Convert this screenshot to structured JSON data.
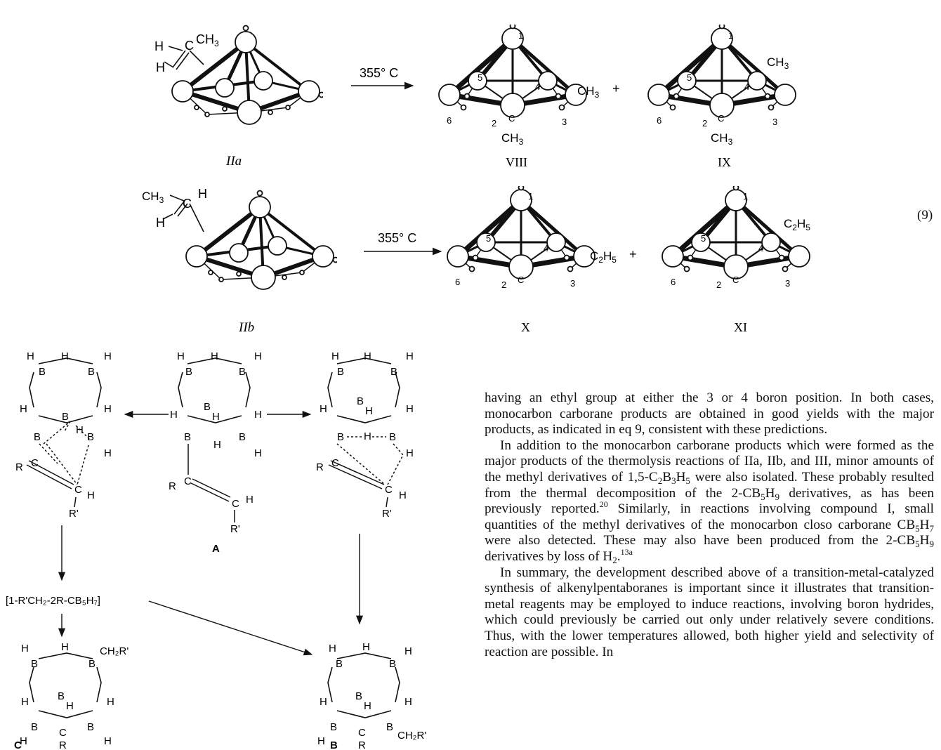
{
  "equation": {
    "number": "(9)",
    "conditions": "355° C",
    "row1": {
      "reactant_label": "IIa",
      "product1_label": "VIII",
      "product2_label": "IX",
      "plus": "+"
    },
    "row2": {
      "reactant_label": "IIb",
      "product1_label": "X",
      "product2_label": "XI",
      "plus": "+"
    },
    "groups": {
      "h": "H",
      "c": "C",
      "ch3_c": "CH",
      "sub3": "3",
      "c2h5_c": "C",
      "c2h5_h": "H",
      "sub2": "2",
      "sub5": "5"
    },
    "positions": [
      "1",
      "2",
      "3",
      "4",
      "5",
      "6"
    ]
  },
  "mechanism": {
    "label_a": "A",
    "label_b": "B",
    "label_c": "C",
    "intermediate": "[1-R'CH₂-2R-CB₅H₇]",
    "atoms": {
      "b": "B",
      "h": "H",
      "c": "C",
      "r": "R",
      "rp": "R'",
      "ch2rp": "CH₂R'"
    }
  },
  "article": {
    "p1": "having an ethyl group at either the 3 or 4 boron position. In both cases, monocarbon carborane products are obtained in good yields with the major products, as indicated in eq 9, consistent with these predictions.",
    "p2_a": "In addition to the monocarbon carborane products which were formed as the major products of the thermolysis reactions of IIa, IIb, and III, minor amounts of the methyl derivatives of 1,5-C",
    "p2_b": "B",
    "p2_c": "H",
    "p2_d": " were also isolated. These probably resulted from the thermal decomposition of the 2-CB",
    "p2_e": "H",
    "p2_f": " derivatives, as has been previously reported.",
    "p2_ref1": "20",
    "p2_g": " Similarly, in reactions involving compound I, small quantities of the methyl derivatives of the monocarbon closo carborane CB",
    "p2_h": "H",
    "p2_i": " were also detected. These may also have been produced from the 2-CB",
    "p2_j": "H",
    "p2_k": " derivatives by loss of H",
    "p2_l": ".",
    "p2_ref2": "13a",
    "p3": "In summary, the development described above of a transition-metal-catalyzed synthesis of alkenylpentaboranes is important since it illustrates that transition-metal reagents may be employed to induce reactions, involving boron hydrides, which could previously be carried out only under relatively severe conditions. Thus, with the lower temperatures allowed, both higher yield and selectivity of reaction are possible. In"
  }
}
